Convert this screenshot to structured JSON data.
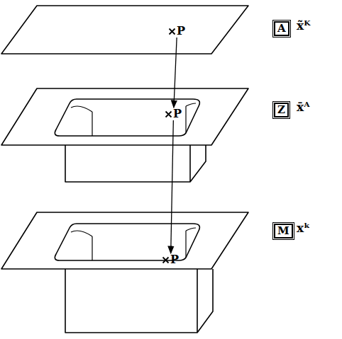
{
  "diagram": {
    "nodes": [
      {
        "text": [
          "P"
        ]
      },
      {
        "text": [
          "P"
        ]
      },
      {
        "text": [
          "P"
        ]
      },
      {
        "text": [
          "A"
        ]
      },
      {
        "text": [
          "Z"
        ]
      },
      {
        "text": [
          "M"
        ]
      }
    ],
    "edges": [
      {
        "from": 0,
        "to": 1,
        "arrow": "to"
      },
      {
        "from": 1,
        "to": 2,
        "arrow": "to"
      }
    ],
    "labels": [
      "x̃ᴷ",
      "x̄ᴬ",
      "xᵏ"
    ]
  }
}
